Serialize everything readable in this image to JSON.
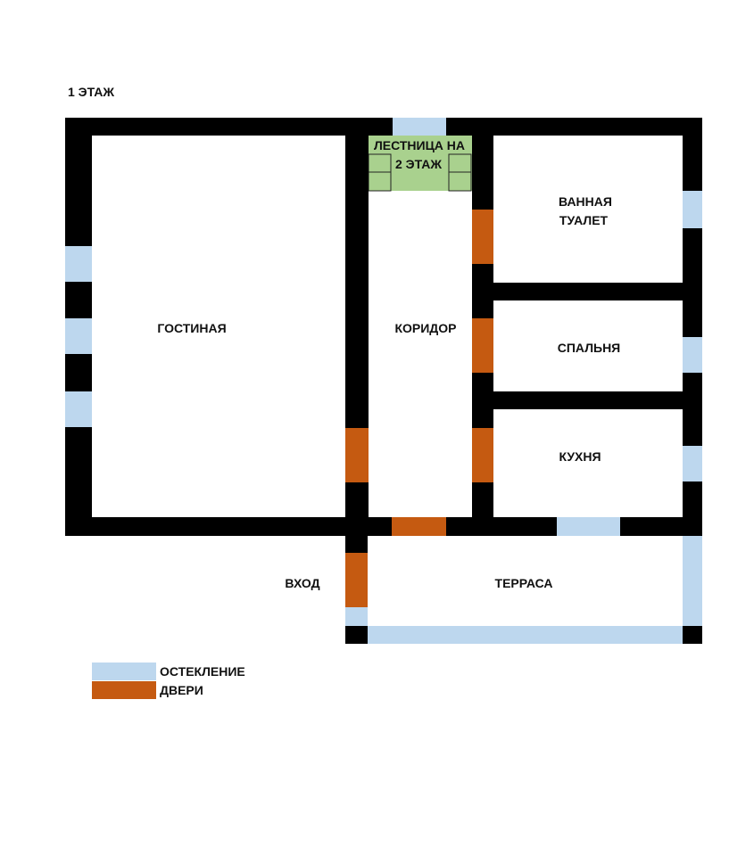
{
  "floor_title": "1 ЭТАЖ",
  "colors": {
    "wall": "#000000",
    "glazing": "#bdd7ee",
    "door": "#c55a11",
    "stairs": "#a9d18e"
  },
  "rooms": {
    "living": "ГОСТИНАЯ",
    "corridor": "КОРИДОР",
    "stairs_line1": "ЛЕСТНИЦА НА",
    "stairs_line2": "2 ЭТАЖ",
    "bath_line1": "ВАННАЯ",
    "bath_line2": "ТУАЛЕТ",
    "bedroom": "СПАЛЬНЯ",
    "kitchen": "КУХНЯ",
    "entrance": "ВХОД",
    "terrace": "ТЕРРАСА"
  },
  "legend": {
    "glazing_label": "ОСТЕКЛЕНИЕ",
    "door_label": "ДВЕРИ"
  }
}
